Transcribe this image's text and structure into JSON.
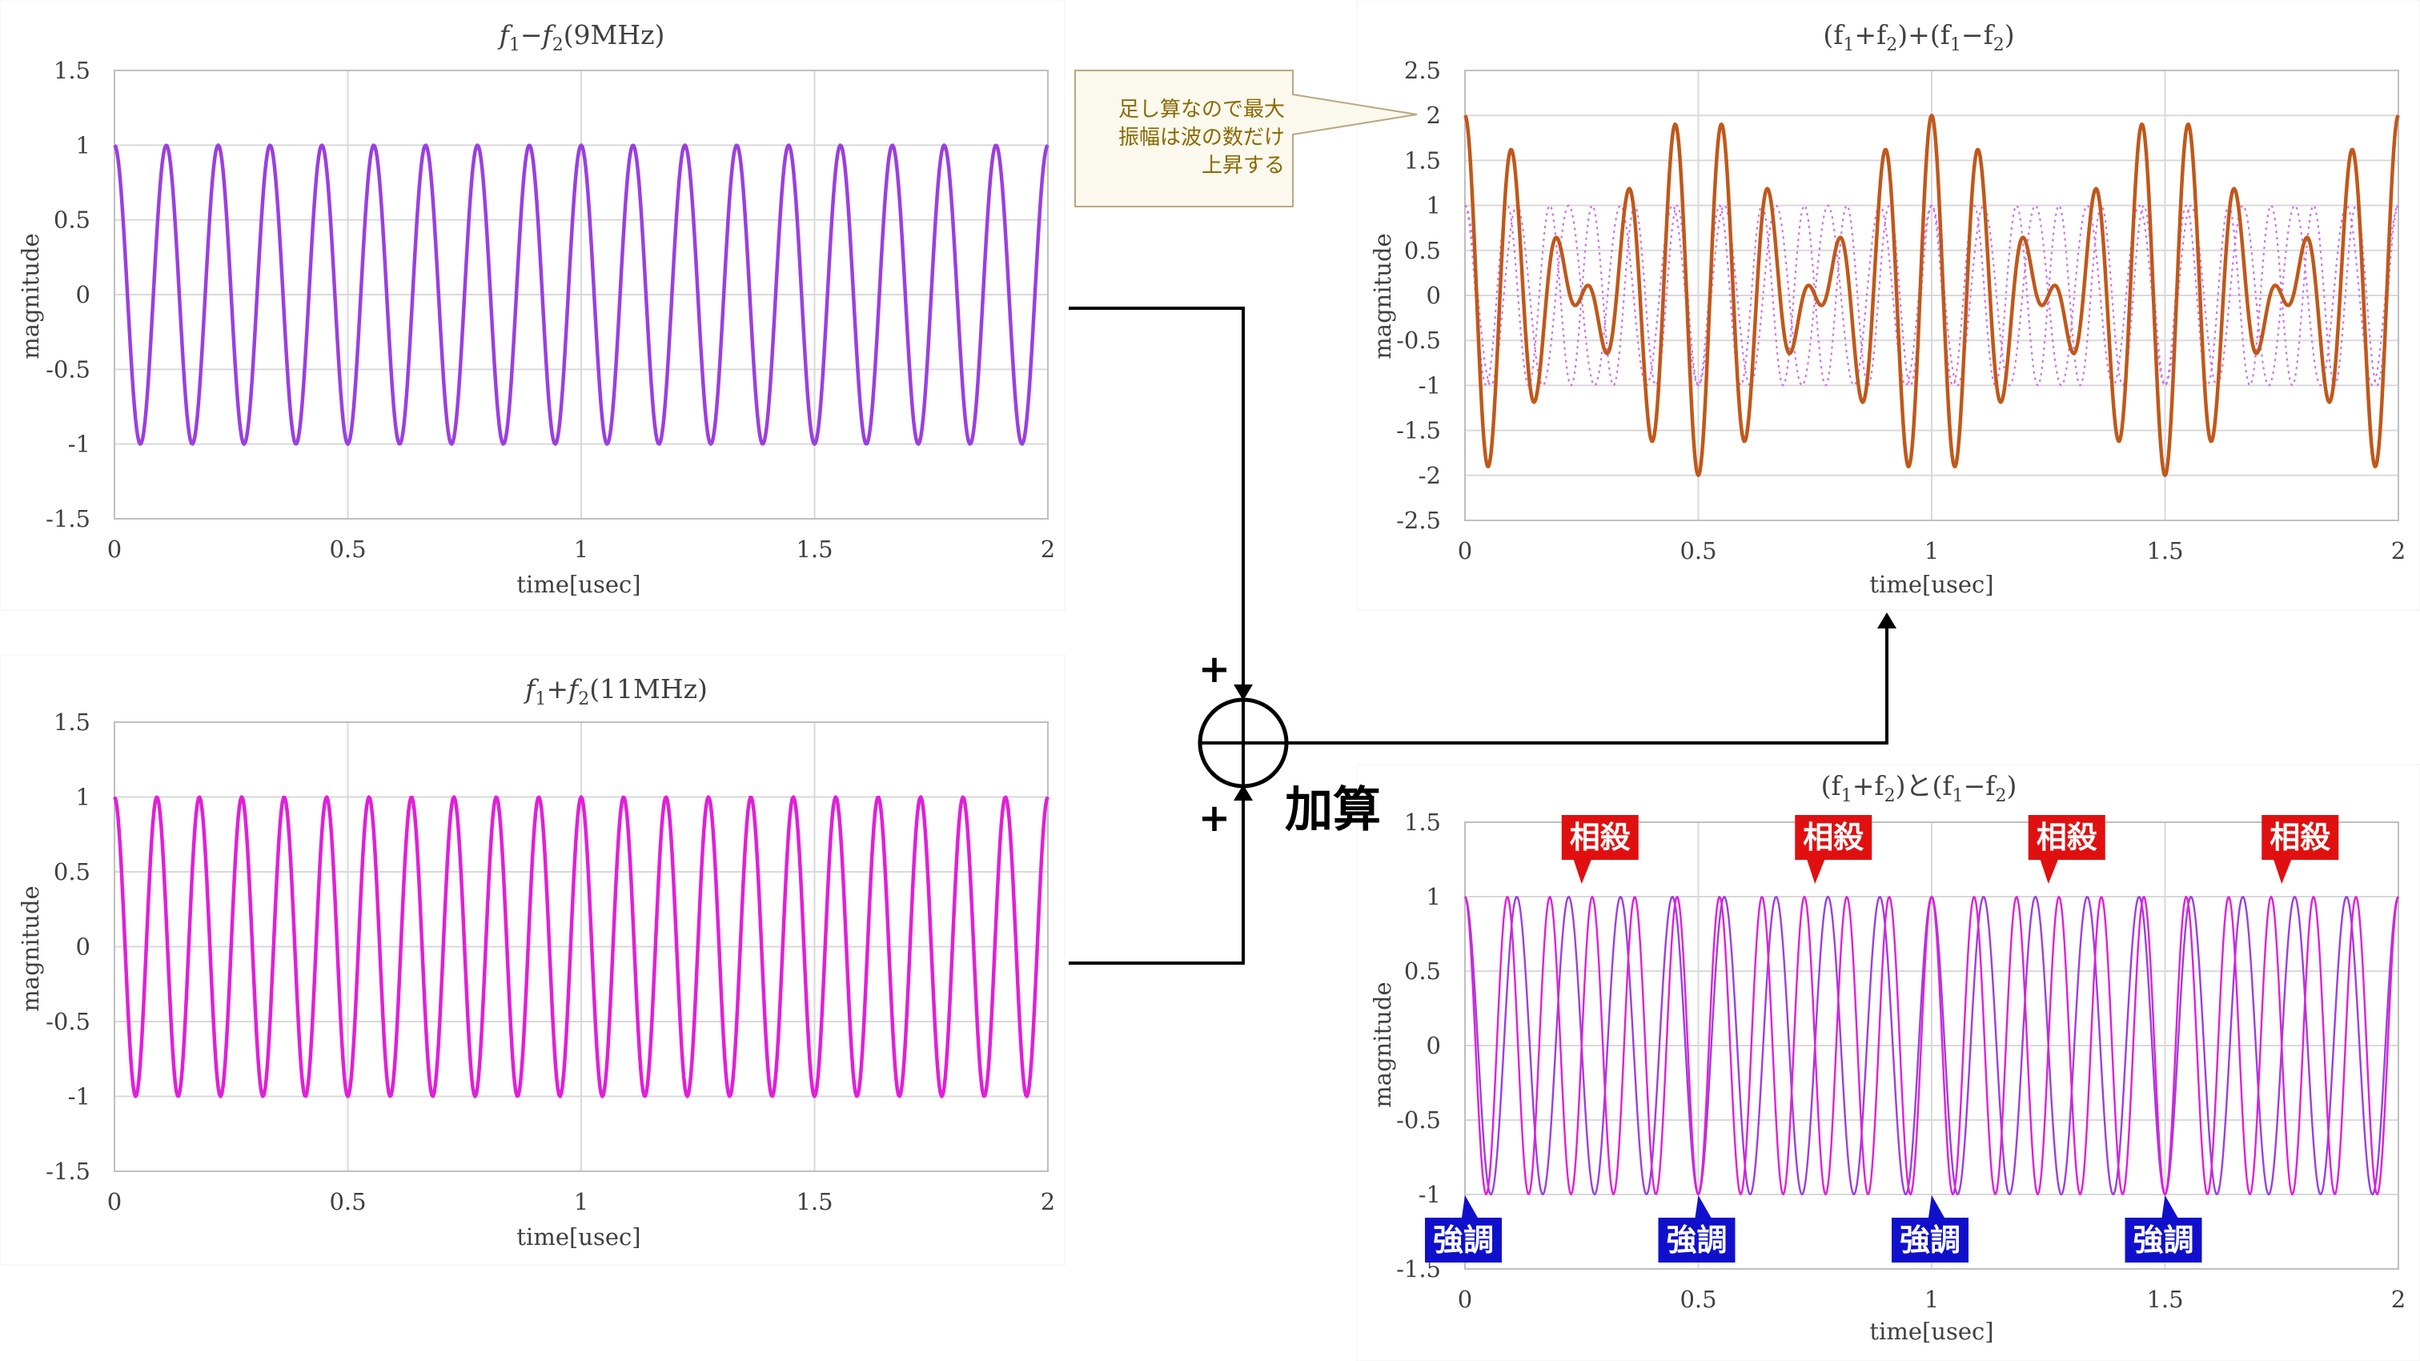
{
  "charts": {
    "diff": {
      "title_prefix": "f",
      "title_sub1": "1",
      "title_mid": "−f",
      "title_sub2": "2",
      "title_suffix": "(9MHz)",
      "ylabel": "magnitude",
      "xlabel": "time[usec]",
      "yticks": [
        "1.5",
        "1",
        "0.5",
        "0",
        "-0.5",
        "-1",
        "-1.5"
      ],
      "xticks": [
        "0",
        "0.5",
        "1",
        "1.5",
        "2"
      ]
    },
    "sum": {
      "title_prefix": "f",
      "title_sub1": "1",
      "title_mid": "+f",
      "title_sub2": "2",
      "title_suffix": "(11MHz)",
      "ylabel": "magnitude",
      "xlabel": "time[usec]",
      "yticks": [
        "1.5",
        "1",
        "0.5",
        "0",
        "-0.5",
        "-1",
        "-1.5"
      ],
      "xticks": [
        "0",
        "0.5",
        "1",
        "1.5",
        "2"
      ]
    },
    "added": {
      "title_a": "(f",
      "title_sub1": "1",
      "title_b": "+f",
      "title_sub2": "2",
      "title_c": ")+(f",
      "title_sub3": "1",
      "title_d": "−f",
      "title_sub4": "2",
      "title_e": ")",
      "ylabel": "magnitude",
      "xlabel": "time[usec]",
      "yticks": [
        "2.5",
        "2",
        "1.5",
        "1",
        "0.5",
        "0",
        "-0.5",
        "-1",
        "-1.5",
        "-2",
        "-2.5"
      ],
      "xticks": [
        "0",
        "0.5",
        "1",
        "1.5",
        "2"
      ]
    },
    "overlay": {
      "title_a": "(f",
      "title_sub1": "1",
      "title_b": "+f",
      "title_sub2": "2",
      "title_c": ")と(f",
      "title_sub3": "1",
      "title_d": "−f",
      "title_sub4": "2",
      "title_e": ")",
      "ylabel": "magnitude",
      "xlabel": "time[usec]",
      "yticks": [
        "1.5",
        "1",
        "0.5",
        "0",
        "-0.5",
        "-1",
        "-1.5"
      ],
      "xticks": [
        "0",
        "0.5",
        "1",
        "1.5",
        "2"
      ]
    }
  },
  "annotations": {
    "callout_line1": "足し算なので最大",
    "callout_line2": "振幅は波の数だけ",
    "callout_line3": "上昇する",
    "plus_top": "+",
    "plus_bottom": "+",
    "adder_label": "加算",
    "cancel_label": "相殺",
    "reinforce_label": "強調"
  },
  "colors": {
    "diff_wave": "#9b3fe0",
    "sum_wave": "#e020d8",
    "added_wave": "#c0581a",
    "dotted_wave": "#d070e8",
    "cancel_bg": "#e01010",
    "reinforce_bg": "#1010cc",
    "callout_border": "#b8a880",
    "callout_text": "#8a6a00",
    "grid": "#d9d9d9",
    "axis_text": "#404040",
    "connector": "#000000"
  },
  "chart_data": [
    {
      "type": "line",
      "title": "f1−f2(9MHz)",
      "xlabel": "time[usec]",
      "ylabel": "magnitude",
      "xlim": [
        0,
        2
      ],
      "ylim": [
        -1.5,
        1.5
      ],
      "grid": true,
      "series": [
        {
          "function": "cos(2π·9·t)",
          "frequency_mhz": 9,
          "amplitude": 1,
          "t_range_usec": [
            0,
            2
          ],
          "samples": 800
        }
      ]
    },
    {
      "type": "line",
      "title": "f1+f2(11MHz)",
      "xlabel": "time[usec]",
      "ylabel": "magnitude",
      "xlim": [
        0,
        2
      ],
      "ylim": [
        -1.5,
        1.5
      ],
      "grid": true,
      "series": [
        {
          "function": "cos(2π·11·t)",
          "frequency_mhz": 11,
          "amplitude": 1,
          "t_range_usec": [
            0,
            2
          ],
          "samples": 800
        }
      ]
    },
    {
      "type": "line",
      "title": "(f1+f2)+(f1−f2)",
      "xlabel": "time[usec]",
      "ylabel": "magnitude",
      "xlim": [
        0,
        2
      ],
      "ylim": [
        -2.5,
        2.5
      ],
      "grid": true,
      "series": [
        {
          "function": "cos(2π·9·t)+cos(2π·11·t)",
          "frequencies_mhz": [
            9,
            11
          ],
          "t_range_usec": [
            0,
            2
          ],
          "samples": 1000
        },
        {
          "function": "cos(2π·9·t)",
          "frequency_mhz": 9,
          "style": "dotted",
          "t_range_usec": [
            0,
            2
          ],
          "samples": 800
        },
        {
          "function": "cos(2π·11·t)",
          "frequency_mhz": 11,
          "style": "dotted",
          "t_range_usec": [
            0,
            2
          ],
          "samples": 800
        }
      ]
    },
    {
      "type": "line",
      "title": "(f1+f2)と(f1−f2)",
      "xlabel": "time[usec]",
      "ylabel": "magnitude",
      "xlim": [
        0,
        2
      ],
      "ylim": [
        -1.5,
        1.5
      ],
      "grid": true,
      "series": [
        {
          "function": "cos(2π·9·t)",
          "frequency_mhz": 9,
          "t_range_usec": [
            0,
            2
          ],
          "samples": 800
        },
        {
          "function": "cos(2π·11·t)",
          "frequency_mhz": 11,
          "t_range_usec": [
            0,
            2
          ],
          "samples": 800
        }
      ],
      "annotations": [
        {
          "text": "相殺",
          "x": 0.25
        },
        {
          "text": "相殺",
          "x": 0.75
        },
        {
          "text": "相殺",
          "x": 1.25
        },
        {
          "text": "相殺",
          "x": 1.75
        },
        {
          "text": "強調",
          "x": 0.0
        },
        {
          "text": "強調",
          "x": 0.5
        },
        {
          "text": "強調",
          "x": 1.0
        },
        {
          "text": "強調",
          "x": 1.5
        }
      ]
    }
  ]
}
